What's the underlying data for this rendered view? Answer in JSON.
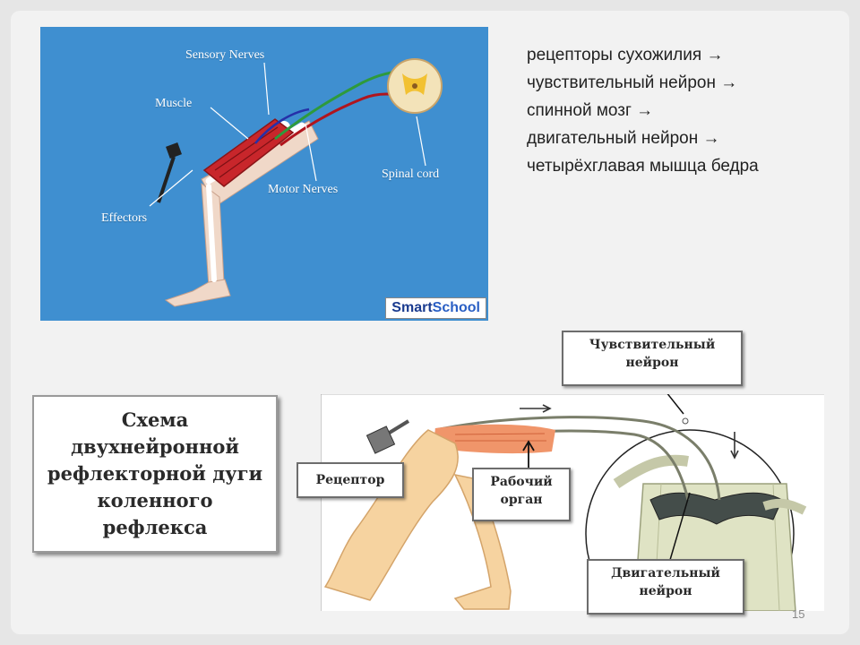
{
  "top_figure": {
    "labels": {
      "sensory_nerves": "Sensory Nerves",
      "muscle": "Muscle",
      "spinal_cord": "Spinal cord",
      "motor_nerves": "Motor Nerves",
      "effectors": "Effectors"
    },
    "logo": {
      "part1": "Smart",
      "part2": "School"
    }
  },
  "pathway_lines": [
    "рецепторы сухожилия →",
    "чувствительный нейрон →",
    "спинной мозг →",
    "двигательный нейрон →",
    "четырёхглавая мышца бедра"
  ],
  "title_box": {
    "text": "Схема двухнейронной рефлекторной дуги коленного рефлекса"
  },
  "bottom_figure": {
    "callouts": {
      "sensory_neuron": "Чувствительный нейрон",
      "receptor": "Рецептор",
      "working_organ": "Рабочий орган",
      "motor_neuron": "Двигательный нейрон"
    }
  },
  "page_number": "15",
  "colors": {
    "slide_background": "#f2f2f2",
    "top_figure_background": "#3f8fd0",
    "muscle_red": "#c8262b",
    "sensory_nerve": "#2e9a3c",
    "motor_nerve": "#b0151d",
    "callout_border": "#6d6d6d"
  }
}
